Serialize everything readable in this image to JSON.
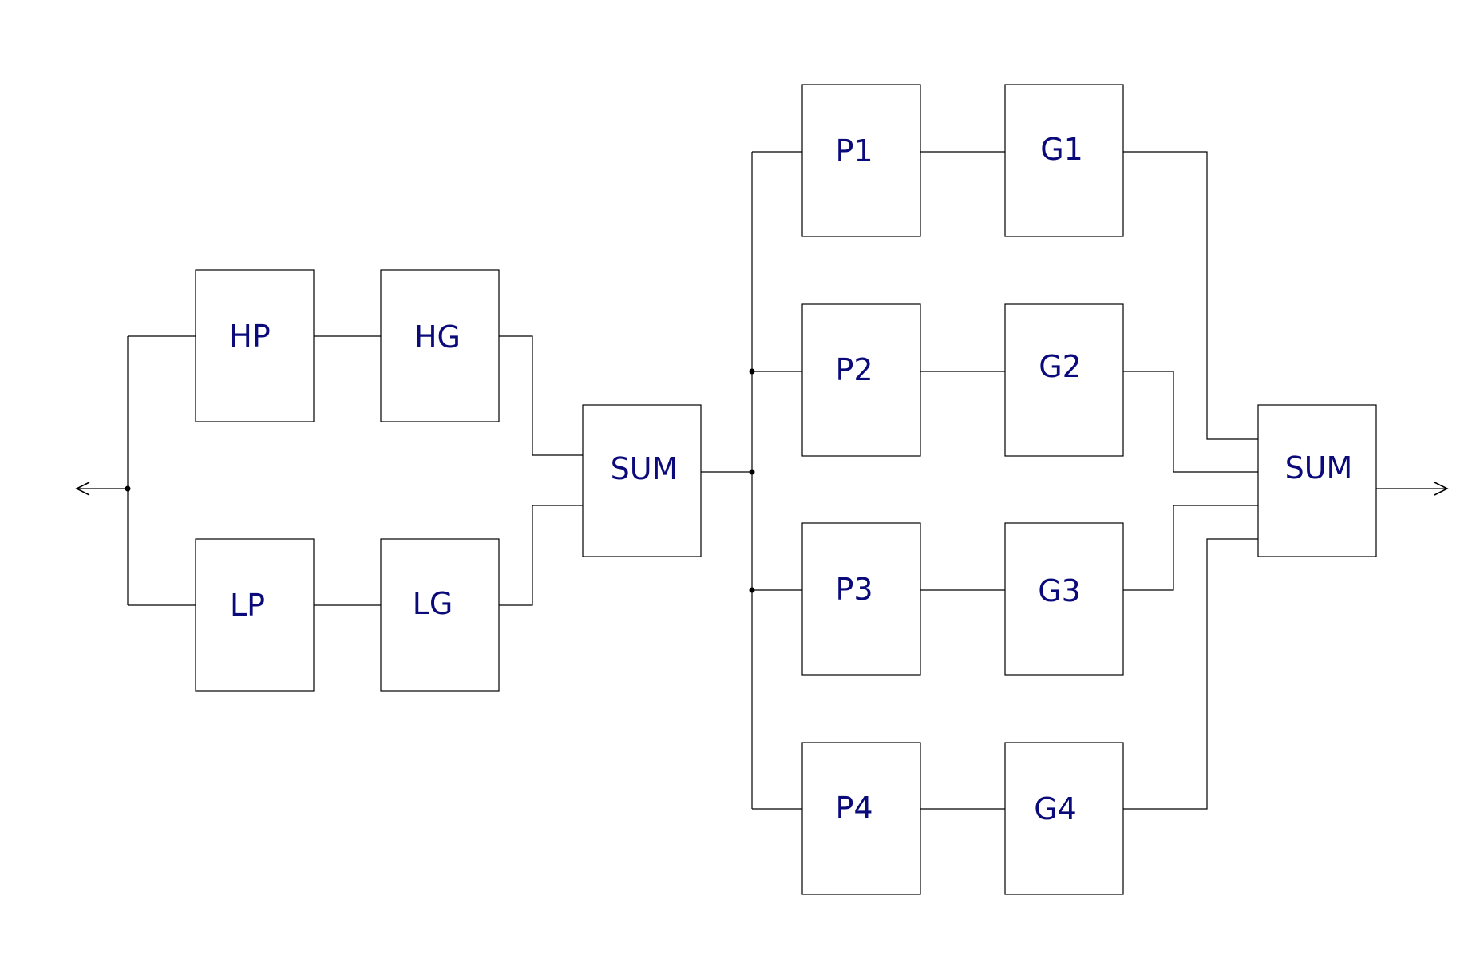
{
  "diagram": {
    "text_color": "#0a0a7a",
    "line_color": "#000000",
    "blocks": {
      "hp": "HP",
      "hg": "HG",
      "lp": "LP",
      "lg": "LG",
      "sum_in": "SUM",
      "p1": "P1",
      "g1": "G1",
      "p2": "P2",
      "g2": "G2",
      "p3": "P3",
      "g3": "G3",
      "p4": "P4",
      "g4": "G4",
      "sum_out": "SUM"
    }
  }
}
